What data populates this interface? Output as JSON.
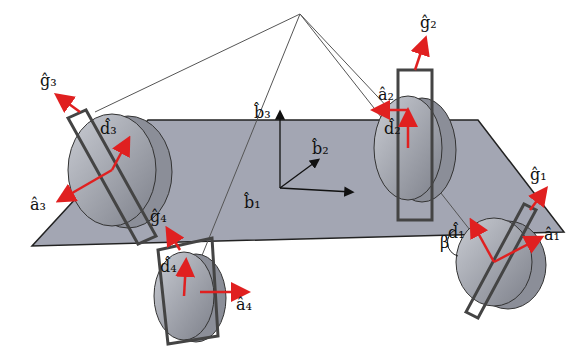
{
  "diagram": {
    "labels": [
      "ĝ₃",
      "ĝ₂",
      "â₂",
      "d̂₂",
      "d̂₃",
      "â₃",
      "b̂₃",
      "b̂₂",
      "b̂₁",
      "ĝ₁",
      "â₁",
      "d̂₁",
      "β",
      "ĝ₄",
      "d̂₄",
      "â₄"
    ]
  }
}
